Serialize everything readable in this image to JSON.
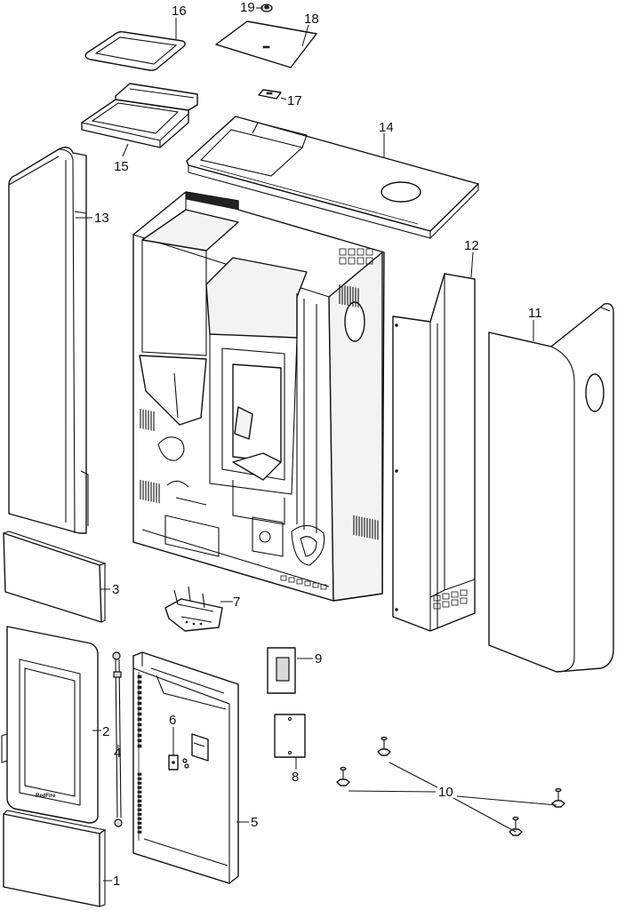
{
  "diagram": {
    "part_labels": {
      "p1": "1",
      "p2": "2",
      "p3": "3",
      "p4": "4",
      "p5": "5",
      "p6": "6",
      "p7": "7",
      "p8": "8",
      "p9": "9",
      "p10": "10",
      "p11": "11",
      "p12": "12",
      "p13": "13",
      "p14": "14",
      "p15": "15",
      "p16": "16",
      "p17": "17",
      "p18": "18",
      "p19": "19"
    },
    "door_brand": "RedFire"
  }
}
